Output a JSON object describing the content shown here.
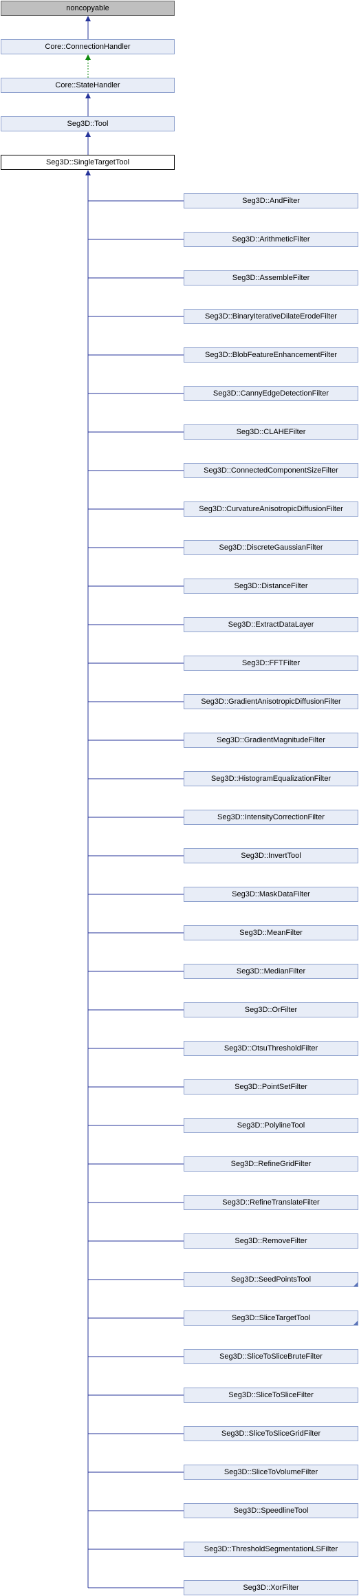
{
  "colors": {
    "edge": "#25339a",
    "dotted_edge": "#0d8a0d",
    "node_fill": "#e8edf7",
    "node_border": "#8da0cd",
    "root_fill": "#bfbfbf"
  },
  "chain": [
    {
      "label": "noncopyable",
      "style": "gray"
    },
    {
      "label": "Core::ConnectionHandler",
      "style": "normal"
    },
    {
      "label": "Core::StateHandler",
      "style": "normal"
    },
    {
      "label": "Seg3D::Tool",
      "style": "normal"
    },
    {
      "label": "Seg3D::SingleTargetTool",
      "style": "current"
    }
  ],
  "children": [
    {
      "label": "Seg3D::AndFilter"
    },
    {
      "label": "Seg3D::ArithmeticFilter"
    },
    {
      "label": "Seg3D::AssembleFilter"
    },
    {
      "label": "Seg3D::BinaryIterativeDilateErodeFilter"
    },
    {
      "label": "Seg3D::BlobFeatureEnhancementFilter"
    },
    {
      "label": "Seg3D::CannyEdgeDetectionFilter"
    },
    {
      "label": "Seg3D::CLAHEFilter"
    },
    {
      "label": "Seg3D::ConnectedComponentSizeFilter"
    },
    {
      "label": "Seg3D::CurvatureAnisotropicDiffusionFilter"
    },
    {
      "label": "Seg3D::DiscreteGaussianFilter"
    },
    {
      "label": "Seg3D::DistanceFilter"
    },
    {
      "label": "Seg3D::ExtractDataLayer"
    },
    {
      "label": "Seg3D::FFTFilter"
    },
    {
      "label": "Seg3D::GradientAnisotropicDiffusionFilter"
    },
    {
      "label": "Seg3D::GradientMagnitudeFilter"
    },
    {
      "label": "Seg3D::HistogramEqualizationFilter"
    },
    {
      "label": "Seg3D::IntensityCorrectionFilter"
    },
    {
      "label": "Seg3D::InvertTool"
    },
    {
      "label": "Seg3D::MaskDataFilter"
    },
    {
      "label": "Seg3D::MeanFilter"
    },
    {
      "label": "Seg3D::MedianFilter"
    },
    {
      "label": "Seg3D::OrFilter"
    },
    {
      "label": "Seg3D::OtsuThresholdFilter"
    },
    {
      "label": "Seg3D::PointSetFilter"
    },
    {
      "label": "Seg3D::PolylineTool"
    },
    {
      "label": "Seg3D::RefineGridFilter"
    },
    {
      "label": "Seg3D::RefineTranslateFilter"
    },
    {
      "label": "Seg3D::RemoveFilter"
    },
    {
      "label": "Seg3D::SeedPointsTool",
      "has_children": true
    },
    {
      "label": "Seg3D::SliceTargetTool",
      "has_children": true
    },
    {
      "label": "Seg3D::SliceToSliceBruteFilter"
    },
    {
      "label": "Seg3D::SliceToSliceFilter"
    },
    {
      "label": "Seg3D::SliceToSliceGridFilter"
    },
    {
      "label": "Seg3D::SliceToVolumeFilter"
    },
    {
      "label": "Seg3D::SpeedlineTool"
    },
    {
      "label": "Seg3D::ThresholdSegmentationLSFilter"
    },
    {
      "label": "Seg3D::XorFilter"
    }
  ]
}
